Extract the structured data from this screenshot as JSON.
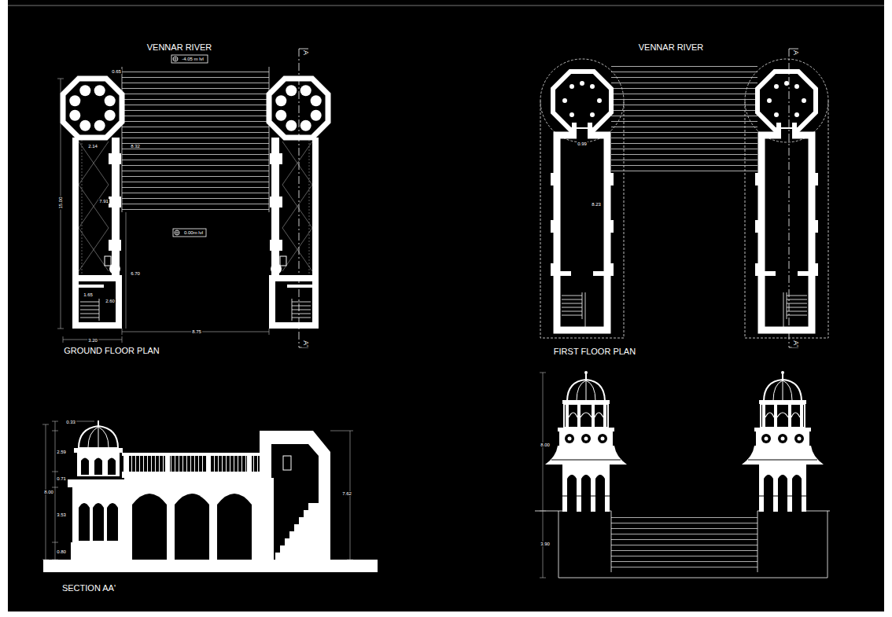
{
  "diagram": {
    "labels": [
      "VENNAR RIVER",
      "-4.05 m lvl",
      "0.65",
      "2.14",
      "8.32",
      "15.00",
      "7.91",
      "0.00m lvl",
      "6.70",
      "1.65",
      "2.60",
      "8.75",
      "3.20",
      "A",
      "A'",
      "GROUND FLOOR PLAN",
      "VENNAR RIVER",
      "A",
      "A'",
      "0.99",
      "8.23",
      "FIRST FLOOR PLAN",
      "0.33",
      "2.59",
      "0.71",
      "8.00",
      "3.53",
      "0.80",
      "7.62",
      "SECTION AA'",
      "8.00",
      "3.90"
    ]
  }
}
